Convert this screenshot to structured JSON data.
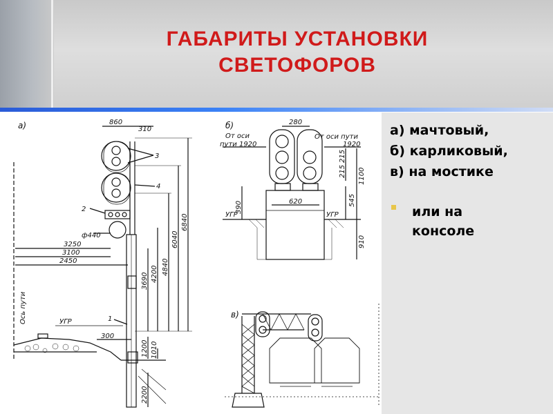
{
  "title": {
    "line1": "ГАБАРИТЫ УСТАНОВКИ",
    "line2": "СВЕТОФОРОВ"
  },
  "legend": {
    "item_a": "а) мачтовый,",
    "item_b": "б) карликовый,",
    "item_c": "в) на мостике",
    "item_d_line1": "или на",
    "item_d_line2": "консоле"
  },
  "diagram": {
    "panel_a": {
      "label": "а)",
      "dims": [
        "860",
        "310",
        "6840",
        "6040",
        "4840",
        "4200",
        "3690",
        "3250",
        "3100",
        "2450",
        "300",
        "1200",
        "1010",
        "2200"
      ],
      "callouts": [
        "3",
        "4",
        "2",
        "1"
      ],
      "lamp": "ф440",
      "axis_label": "Ось пути",
      "ugr": "УГР"
    },
    "panel_b": {
      "label": "б)",
      "left_note_1": "От оси",
      "left_note_2": "пути 1920",
      "right_note_1": "От оси пути",
      "right_note_2": "1920",
      "dims": [
        "280",
        "215",
        "215",
        "1100",
        "620",
        "390",
        "545",
        "910"
      ],
      "ugr_left": "УГР",
      "ugr_right": "УГР"
    },
    "panel_c": {
      "label": "в)"
    }
  },
  "colors": {
    "title": "#d01a1a",
    "bullet": "#e8c64a",
    "accent_bar": "#3b82f6"
  }
}
